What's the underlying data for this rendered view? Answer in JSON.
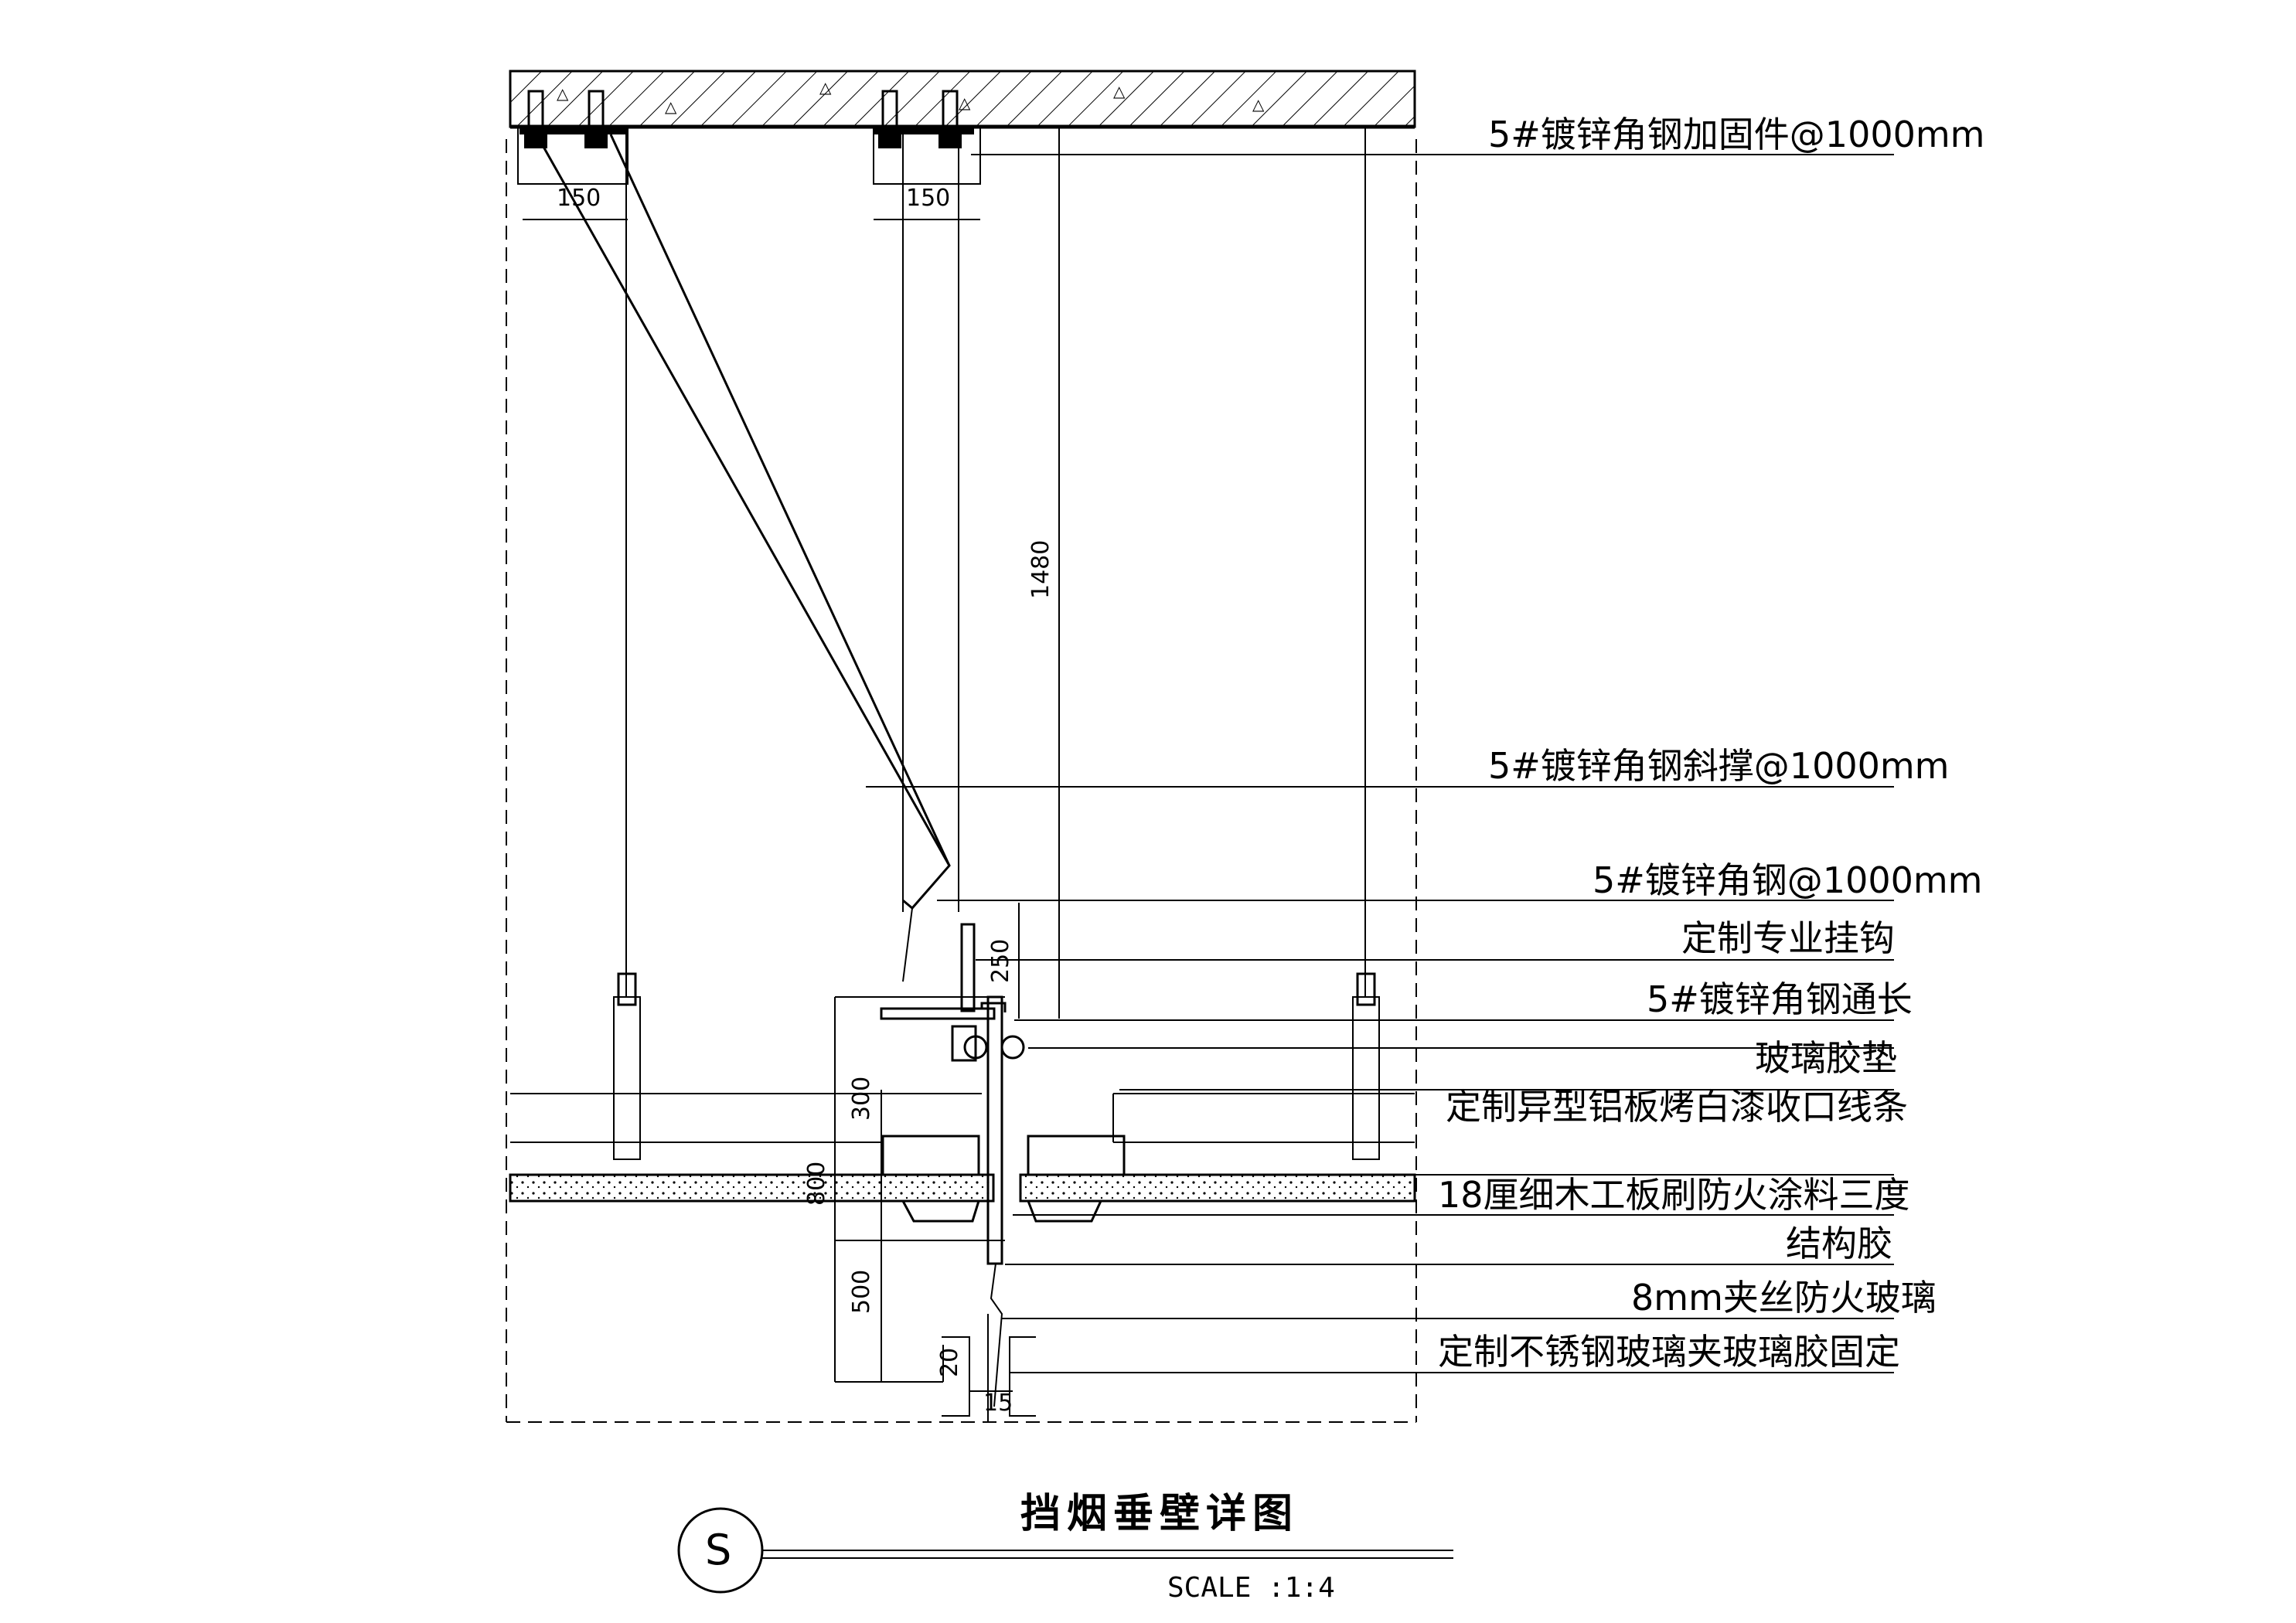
{
  "title": "挡烟垂壁详图",
  "scale": "SCALE :1:4",
  "symbol": "S",
  "callouts": [
    "5#镀锌角钢加固件@1000mm",
    "5#镀锌角钢斜撑@1000mm",
    "5#镀锌角钢@1000mm",
    "定制专业挂钩",
    "5#镀锌角钢通长",
    "玻璃胶垫",
    "定制异型铝板烤白漆收口线条",
    "18厘细木工板刷防火涂料三度",
    "结构胶",
    "8mm夹丝防火玻璃",
    "定制不锈钢玻璃夹玻璃胶固定"
  ],
  "dimensions": {
    "left_bracket": "150",
    "mid_bracket": "150",
    "hanger_height": "1480",
    "hook": "250",
    "upper": "300",
    "total": "800",
    "lower": "500",
    "clip_height": "20",
    "glass_thickness": "15"
  },
  "colors": {
    "line": "#000000",
    "background": "#ffffff"
  }
}
